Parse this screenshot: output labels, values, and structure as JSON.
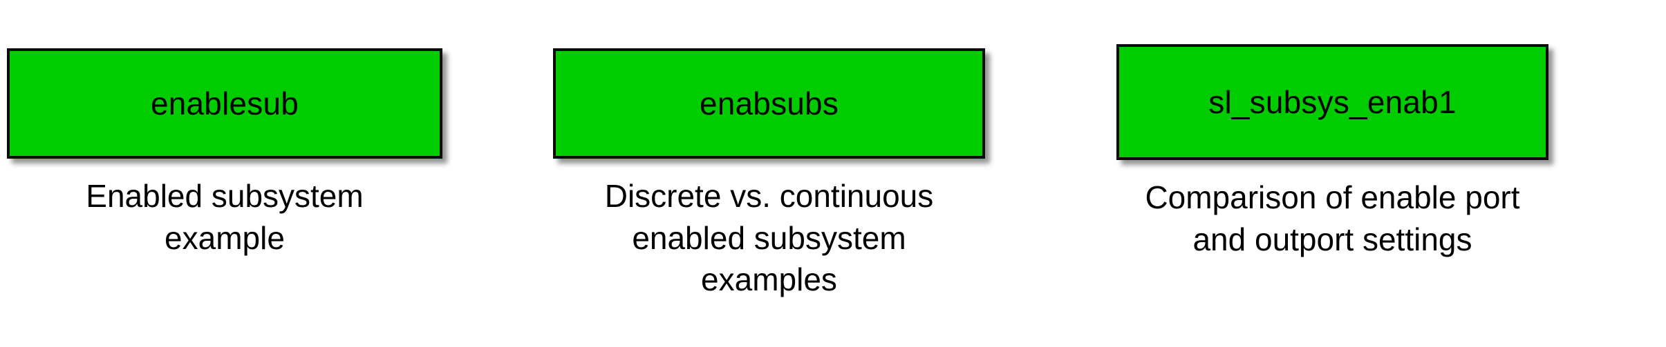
{
  "page": {
    "background_color": "#ffffff",
    "text_color": "#000000",
    "block_fill_color": "#00cc00",
    "block_border_color": "#0a0a0a"
  },
  "columns": [
    {
      "block_label": "enablesub",
      "caption_lines": [
        "Enabled subsystem",
        "example"
      ]
    },
    {
      "block_label": "enabsubs",
      "caption_lines": [
        "Discrete vs. continuous",
        "enabled subsystem",
        "examples"
      ]
    },
    {
      "block_label": "sl_subsys_enab1",
      "caption_lines": [
        "Comparison of enable port",
        "and outport settings"
      ]
    }
  ]
}
